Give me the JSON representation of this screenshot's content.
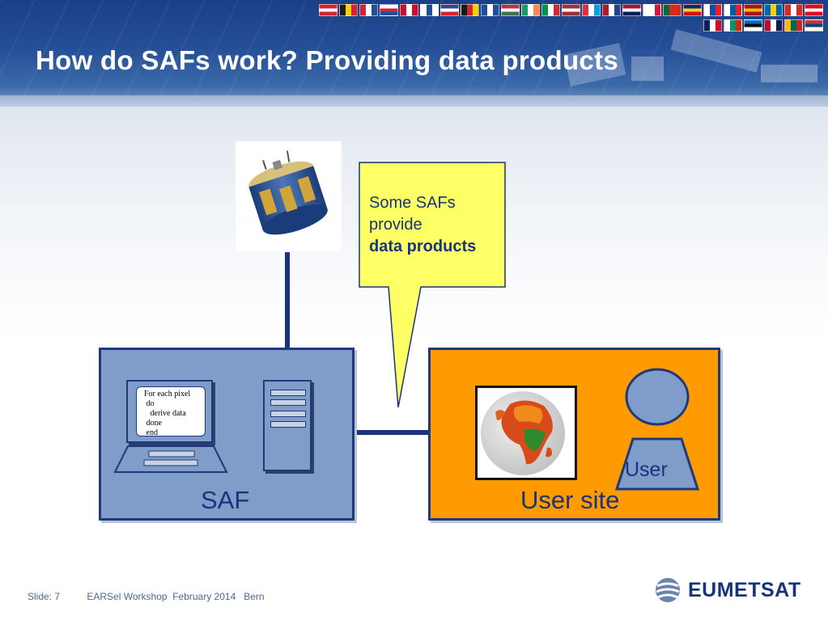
{
  "slide": {
    "title": "How do SAFs work? Providing data products"
  },
  "header": {
    "flags": [
      [
        "#d6232f",
        "#ffffff",
        "#d6232f"
      ],
      [
        "#1a1a1a",
        "#f5d000",
        "#d6232f"
      ],
      [
        "#d6232f",
        "#ffffff",
        "#1d4f9c"
      ],
      [
        "#ffffff",
        "#d6232f",
        "#1d4f9c"
      ],
      [
        "#c8102e",
        "#ffffff",
        "#c8102e"
      ],
      [
        "#ffffff",
        "#1d4f9c",
        "#ffffff"
      ],
      [
        "#1d4f9c",
        "#ffffff",
        "#d6232f"
      ],
      [
        "#1a1a1a",
        "#d6232f",
        "#f5d000"
      ],
      [
        "#1d4f9c",
        "#ffffff",
        "#1d4f9c"
      ],
      [
        "#cd2a3e",
        "#ffffff",
        "#436f4d"
      ],
      [
        "#169b62",
        "#ffffff",
        "#ff883e"
      ],
      [
        "#009246",
        "#ffffff",
        "#ce2b37"
      ],
      [
        "#9e3039",
        "#ffffff",
        "#9e3039"
      ],
      [
        "#ed2939",
        "#ffffff",
        "#00a1de"
      ],
      [
        "#ae1c28",
        "#ffffff",
        "#21468b"
      ],
      [
        "#ba0c2f",
        "#ffffff",
        "#00205b"
      ],
      [
        "#ffffff",
        "#ffffff",
        "#dc143c"
      ],
      [
        "#046a38",
        "#da291c",
        "#da291c"
      ],
      [
        "#002b7f",
        "#fcd116",
        "#ce1126"
      ],
      [
        "#ffffff",
        "#0b4ea2",
        "#ee1c25"
      ],
      [
        "#ffffff",
        "#005da4",
        "#ed1c24"
      ],
      [
        "#aa151b",
        "#f1bf00",
        "#aa151b"
      ],
      [
        "#006aa7",
        "#fecc00",
        "#006aa7"
      ],
      [
        "#da291c",
        "#ffffff",
        "#da291c"
      ],
      [
        "#e30a17",
        "#ffffff",
        "#e30a17"
      ],
      [
        "#012169",
        "#ffffff",
        "#c8102e"
      ],
      [
        "#ffffff",
        "#00966e",
        "#d62612"
      ],
      [
        "#0072ce",
        "#000000",
        "#ffffff"
      ],
      [
        "#ba0c2f",
        "#ffffff",
        "#00205b"
      ],
      [
        "#fdb913",
        "#006a44",
        "#c1272d"
      ],
      [
        "#c6363c",
        "#0c4076",
        "#ffffff"
      ]
    ]
  },
  "callout": {
    "line1": "Some SAFs",
    "line2": "provide",
    "line3": "data products"
  },
  "saf_box": {
    "label": "SAF",
    "screen_lines": [
      "For each pixel",
      " do",
      "   derive data",
      " done",
      " end"
    ]
  },
  "user_box": {
    "label": "User site",
    "person_label": "User"
  },
  "footer": {
    "slide": "Slide: 7",
    "event": "EARSel Workshop  February 2014   Bern"
  },
  "logo": {
    "text": "EUMETSAT"
  }
}
